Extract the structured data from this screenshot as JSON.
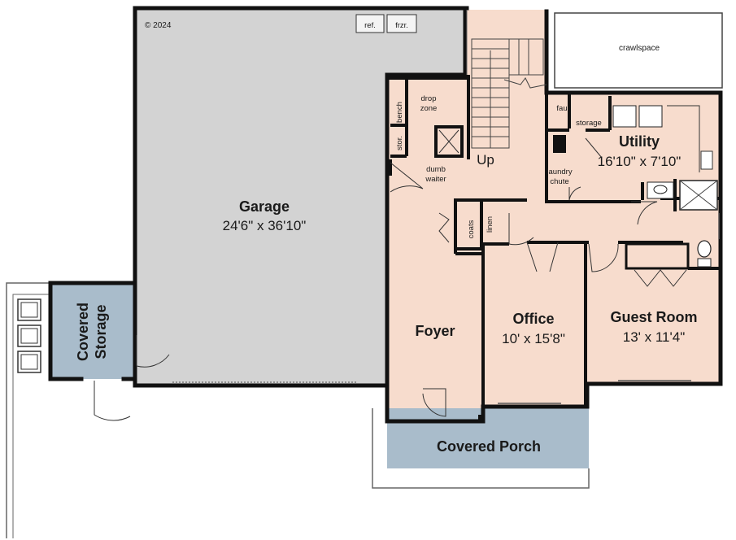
{
  "colors": {
    "wall": "#111111",
    "garage_fill": "#d3d3d3",
    "room_fill": "#f7dccd",
    "porch_fill": "#a9bccb",
    "exterior_fill": "#ffffff"
  },
  "copyright": "© 2024",
  "garage": {
    "name": "Garage",
    "dims": "24'6\" x 36'10\"",
    "ref": "ref.",
    "frzr": "frzr."
  },
  "crawlspace": "crawlspace",
  "drop_zone": {
    "line1": "drop",
    "line2": "zone"
  },
  "bench": "bench",
  "stor": "stor.",
  "dumb_waiter": {
    "line1": "dumb",
    "line2": "waiter"
  },
  "stairs_up": "Up",
  "fau": "fau",
  "storage": "storage",
  "utility": {
    "name": "Utility",
    "dims": "16'10\" x 7'10\""
  },
  "laundry_chute": {
    "line1": "laundry",
    "line2": "chute"
  },
  "coats": "coats",
  "linen": "linen",
  "foyer": "Foyer",
  "office": {
    "name": "Office",
    "dims": "10' x 15'8\""
  },
  "guest_room": {
    "name": "Guest Room",
    "dims": "13' x 11'4\""
  },
  "covered_storage": {
    "line1": "Covered",
    "line2": "Storage"
  },
  "covered_porch": "Covered Porch"
}
